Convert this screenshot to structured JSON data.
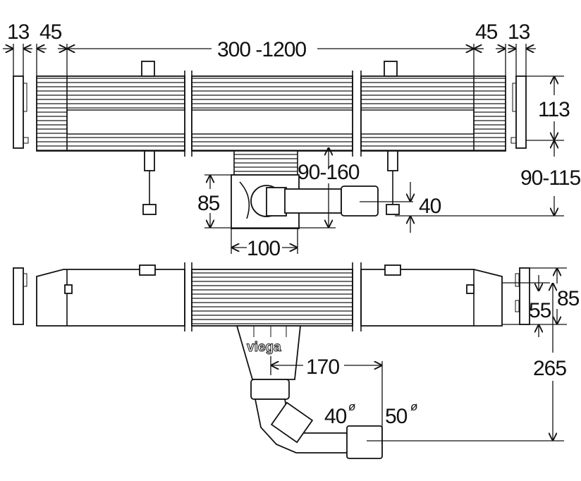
{
  "drawing": {
    "title": "Shower channel drain - dimensional drawing",
    "brand_label": "viega",
    "top_view": {
      "end_cap_width_left": "13",
      "end_segment_left": "45",
      "length_range": "300 -1200",
      "end_segment_right": "45",
      "end_cap_width_right": "13",
      "channel_height": "113",
      "installation_height": "90-115",
      "outlet_height": "90-160",
      "outlet_box_height": "85",
      "outlet_box_width": "100",
      "foot_height": "40"
    },
    "bottom_view": {
      "end_height": "85",
      "inner_height": "55",
      "total_depth": "265",
      "outlet_offset": "170",
      "pipe_diameter_small": "40",
      "pipe_diameter_large": "50",
      "diameter_symbol": "ø"
    }
  }
}
